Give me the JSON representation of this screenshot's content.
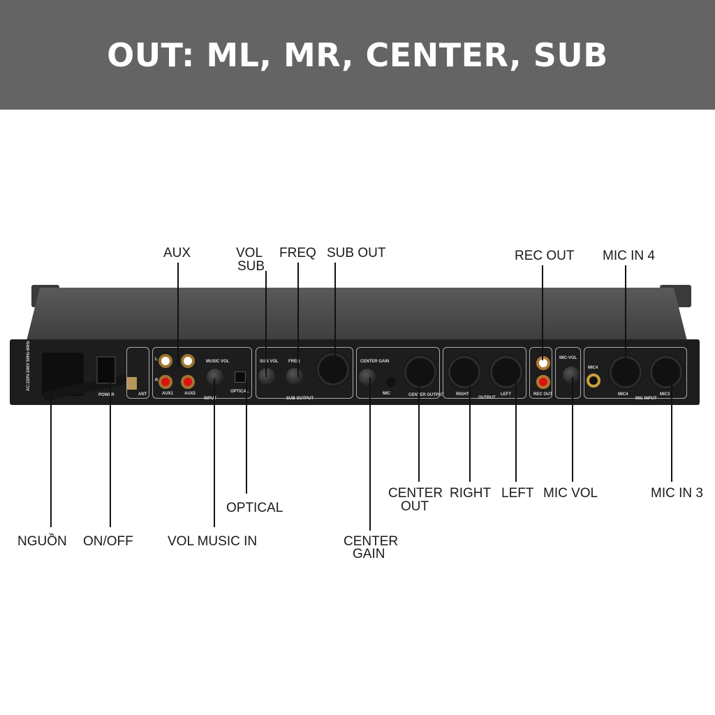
{
  "header": {
    "title": "OUT: ML, MR, CENTER, SUB"
  },
  "callouts": {
    "aux": "AUX",
    "vol_sub_1": "VOL",
    "vol_sub_2": "SUB",
    "freq": "FREQ",
    "sub_out": "SUB OUT",
    "rec_out": "REC OUT",
    "mic_in_4": "MIC IN 4",
    "nguon": "NGUỒN",
    "on_off": "ON/OFF",
    "vol_music_in": "VOL MUSIC IN",
    "optical": "OPTICAL",
    "center_gain_1": "CENTER",
    "center_gain_2": "GAIN",
    "center_out_1": "CENTER",
    "center_out_2": "OUT",
    "right": "RIGHT",
    "left": "LEFT",
    "mic_vol": "MIC VOL",
    "mic_in_3": "MIC IN 3"
  },
  "panel": {
    "ac": "AC:220V-240V 50Hz-60Hz",
    "power": "POWER",
    "ant": "ANT",
    "aux1": "AUX1",
    "aux2": "AUX2",
    "l": "L",
    "r": "R",
    "music_vol": "MUSIC VOL",
    "input": "INPUT",
    "optical": "OPTICAL",
    "sub_vol": "SUB VOL",
    "freq": "FREQ",
    "sub_output": "SUB OUTPUT",
    "center_gain": "CENTER GAIN",
    "mic": "MIC",
    "center_output": "CENTER OUTPUT",
    "right": "RIGHT",
    "left": "LEFT",
    "output": "OUTPUT",
    "rec_out": "REC OUT",
    "mic_vol": "MIC-VOL",
    "mic4": "MIC4",
    "mic4b": "MIC4",
    "mic3": "MIC3",
    "mic_input": "MIC INPUT"
  }
}
